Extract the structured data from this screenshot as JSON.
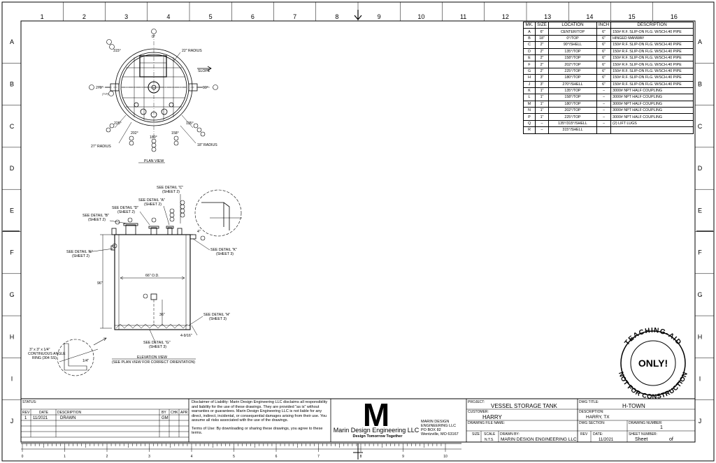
{
  "grid": {
    "columns": [
      "1",
      "2",
      "3",
      "4",
      "5",
      "6",
      "7",
      "8",
      "9",
      "10",
      "11",
      "12",
      "13",
      "14",
      "15",
      "16"
    ],
    "rows": [
      "A",
      "B",
      "C",
      "D",
      "E",
      "F",
      "G",
      "H",
      "I",
      "J"
    ]
  },
  "nozzle_table": {
    "headers": [
      "MK.",
      "SIZE",
      "LOCATION",
      "INCH",
      "DESCRIPTION"
    ],
    "rows": [
      [
        "A",
        "6\"",
        "CENTER/TOP",
        "6\"",
        "150# R.F. SLIP-ON FLG. W/SCH.40 PIPE"
      ],
      [
        "B",
        "18\"",
        "0°/TOP",
        "6\"",
        "HINGED MANWAY"
      ],
      [
        "C",
        "2\"",
        "90°/SHELL",
        "6\"",
        "150# R.F. SLIP-ON FLG. W/SCH.40 PIPE"
      ],
      [
        "D",
        "2\"",
        "135°/TOP",
        "6\"",
        "150# R.F. SLIP-ON FLG. W/SCH.40 PIPE"
      ],
      [
        "E",
        "2\"",
        "158°/TOP",
        "6\"",
        "150# R.F. SLIP-ON FLG. W/SCH.40 PIPE"
      ],
      [
        "F",
        "2\"",
        "202°/TOP",
        "6\"",
        "150# R.F. SLIP-ON FLG. W/SCH.40 PIPE"
      ],
      [
        "G",
        "2\"",
        "225°/TOP",
        "6\"",
        "150# R.F. SLIP-ON FLG. W/SCH.40 PIPE"
      ],
      [
        "H",
        "3\"",
        "180°/TOP",
        "6\"",
        "150# R.F. SLIP-ON FLG. W/SCH.40 PIPE"
      ],
      [
        "J",
        "3\"",
        "270°/SHELL",
        "6\"",
        "150# R.F. SLIP-ON FLG. W/SCH.40 PIPE"
      ],
      [
        "K",
        "1\"",
        "135°/TOP",
        "–",
        "3000# NPT HALF COUPLING"
      ],
      [
        "L",
        "1\"",
        "158°/TOP",
        "–",
        "3000# NPT HALF COUPLING"
      ],
      [
        "M",
        "1\"",
        "180°/TOP",
        "–",
        "3000# NPT HALF COUPLING"
      ],
      [
        "N",
        "1\"",
        "202°/TOP",
        "–",
        "3000# NPT HALF COUPLING"
      ],
      [
        "P",
        "1\"",
        "225°/TOP",
        "–",
        "3000# NPT HALF COUPLING"
      ],
      [
        "Q",
        "–",
        "135°/315°/SHELL",
        "–",
        "(2) LIFT LUGS"
      ],
      [
        "R",
        "–",
        "315°/SHELL",
        "",
        ""
      ]
    ]
  },
  "plan_view": {
    "title": "PLAN VIEW",
    "labels": {
      "deg0": "0°",
      "deg90": "90°",
      "deg270": "270°",
      "deg315": "315°",
      "deg135": "135°",
      "deg158": "158°",
      "deg180": "180°",
      "deg202": "202°",
      "deg225": "225°",
      "radius22": "22\" RADIUS",
      "radius27": "27\" RADIUS",
      "radius18": "18\" RADIUS",
      "slope": "SLOPE",
      "typ": "(TYP)"
    }
  },
  "elevation_view": {
    "title": "ELEVATION VIEW",
    "subtitle": "(SEE PLAN VIEW FOR CORRECT ORIENTATION)",
    "callouts": {
      "detail_c": "SEE DETAIL \"C\"",
      "sheet2_c": "(SHEET 2)",
      "detail_a": "SEE DETAIL \"A\"",
      "sheet2_a": "(SHEET 2)",
      "detail_d": "SEE DETAIL \"D\"",
      "sheet2_d": "(SHEET 2)",
      "detail_b": "SEE DETAIL \"B\"",
      "sheet2_b": "(SHEET 2)",
      "detail_e": "SEE DETAIL \"E\"",
      "sheet2_e": "(SHEET 2)",
      "detail_k": "SEE DETAIL \"K\"",
      "sheet3_k": "(SHEET 3)",
      "detail_h": "SEE DETAIL \"H\"",
      "sheet3_h": "(SHEET 3)",
      "detail_g": "SEE DETAIL \"G\"",
      "sheet3_g": "(SHEET 3)"
    },
    "dims": {
      "od": "66\" O.D.",
      "height": "96\"",
      "nozzle": "36\"",
      "bottom": "4-9/16\"",
      "top": "4\""
    },
    "angle_ring": [
      "3\" x 3\" x 1/4\"",
      "CONTINUOUS ANGLE",
      "RING (304 SS)"
    ],
    "ring_dim": "1/4\""
  },
  "stamp": {
    "top": "TEACHING-AID",
    "center": "ONLY!",
    "bottom": "NOT FOR CONSTRUCTION"
  },
  "title_block": {
    "status_label": "STATUS:",
    "rev_headers": [
      "REV",
      "DATE",
      "DESCRIPTION",
      "BY",
      "CHK",
      "APR"
    ],
    "rev_row": [
      "1",
      "11/2021",
      "DRAWN",
      "GM",
      "",
      ""
    ],
    "disclaimer": "Disclaimer of Liability: Marin Design Engineering LLC disclaims all responsibility and liability for the use of these drawings. They are provided \"as is\" without warranties or guarantees. Marin Design Engineering LLC is not liable for any direct, indirect, incidental, or consequential damages arising from their use. You assume all risks associated with the use of the drawings.",
    "terms": "Terms of Use: By downloading or sharing these drawings, you agree to these terms.",
    "logo_letter": "M",
    "logo_name": "Marin Design Engineering LLC",
    "logo_tagline": "Design Tomorrow Together",
    "address": [
      "MARIN DESIGN",
      "ENGINEERING LLC",
      "PO BOX 82",
      "Wentzville, MO 63167"
    ],
    "project_label": "PROJECT:",
    "project": "VESSEL STORAGE TANK",
    "customer_label": "CUSTOMER:",
    "customer": "HARRY",
    "file_label": "DRAWING FILE NAME:",
    "size_label": "SIZE",
    "size": "",
    "scale_label": "SCALE",
    "scale": "N.T.S.",
    "drawn_by_label": "DRAWN BY:",
    "drawn_by": "MARIN DESIGN ENGINEERING LLC",
    "dwg_title_label": "DWG TITLE:",
    "dwg_title": "H-TOWN",
    "description_label": "DESCRIPTION:",
    "description": "HARRY, TX",
    "dwg_section_label": "DWG SECTION:",
    "drawing_number_label": "DRAWING NUMBER:",
    "drawing_number": "1",
    "rev_label": "REV",
    "date_label": "DATE:",
    "date": "11/2021",
    "sheet_number_label": "SHEET NUMBER:",
    "sheet": "Sheet",
    "of": "of"
  },
  "ruler": [
    "0",
    "1",
    "2",
    "3",
    "4",
    "5",
    "6",
    "7",
    "8",
    "9",
    "10"
  ]
}
